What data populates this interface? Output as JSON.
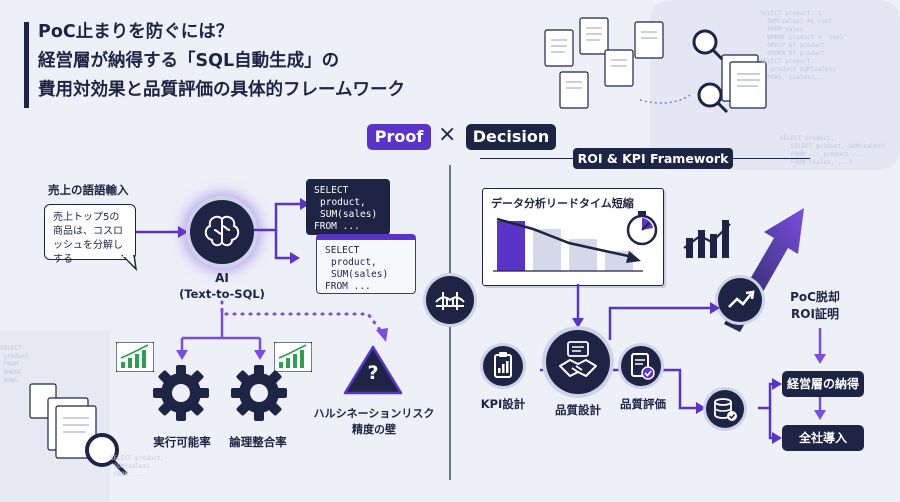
{
  "title": {
    "line1": "PoC止まりを防ぐには？",
    "line2": "経営層が納得する「SQL自動生成」の",
    "line3": "費用対効果と品質評価の具体的フレームワーク"
  },
  "header": {
    "proof": "Proof",
    "times": "×",
    "decision": "Decision"
  },
  "left": {
    "input_heading": "売上の語語輸入",
    "bubble_text": "売上トップ5の商品は、コスロッシュを分解しする",
    "ai_label_1": "AI",
    "ai_label_2": "(Text-to-SQL)",
    "code1": [
      "SELECT",
      "product,",
      "SUM(sales)",
      "FROM ..."
    ],
    "code2": [
      "SELECT",
      "product,",
      "SUM(sales)",
      "FROM ..."
    ],
    "metric1": "実行可能率",
    "metric2": "論理整合率",
    "risk_1": "ハルシネーションリスク",
    "risk_2": "精度の壁",
    "risk_mark": "?"
  },
  "right": {
    "framework_label": "ROI & KPI Framework",
    "chart_title": "データ分析リードタイム短縮",
    "kpi_design": "KPI設計",
    "quality_design": "品質設計",
    "quality_eval": "品質評価",
    "poc_exit_1": "PoC脱却",
    "poc_exit_2": "ROI証明",
    "exec_buyin": "経営層の納得",
    "company_rollout": "全社導入"
  },
  "colors": {
    "navy": "#1d2444",
    "purple": "#5a34c9",
    "violet": "#7a4de0",
    "green": "#2e9e4f",
    "bg": "#eef0f8"
  },
  "icons": [
    "brain-icon",
    "gear-icon",
    "warning-icon",
    "bridge-icon",
    "clipboard-icon",
    "handshake-icon",
    "document-check-icon",
    "database-check-icon",
    "stopwatch-icon",
    "magnifier-icon",
    "trend-up-icon"
  ]
}
